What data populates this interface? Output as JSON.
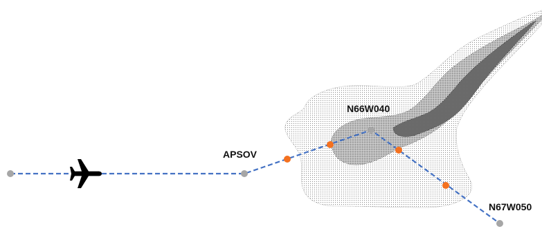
{
  "waypoints": [
    {
      "id": "origin",
      "label": ""
    },
    {
      "id": "apsov",
      "label": "APSOV"
    },
    {
      "id": "n66w040",
      "label": "N66W040"
    },
    {
      "id": "n67w050",
      "label": "N67W050"
    }
  ],
  "route": {
    "line_color": "#4472c4",
    "style": "dashed"
  },
  "boundary_crossings": {
    "count": 4,
    "color": "#f4711f"
  },
  "waypoint_color": "#a6a6a6",
  "aircraft": {
    "icon": "airplane-icon",
    "color": "#000000"
  },
  "volumes": [
    {
      "name": "outer-shaded-region",
      "fill": "#d0d0d0",
      "pattern": "fine-dots"
    },
    {
      "name": "middle-shaded-region",
      "fill": "#a8a8a8",
      "pattern": "medium-dots"
    },
    {
      "name": "inner-shaded-region",
      "fill": "#6e6e6e",
      "pattern": "dense-dots"
    }
  ]
}
